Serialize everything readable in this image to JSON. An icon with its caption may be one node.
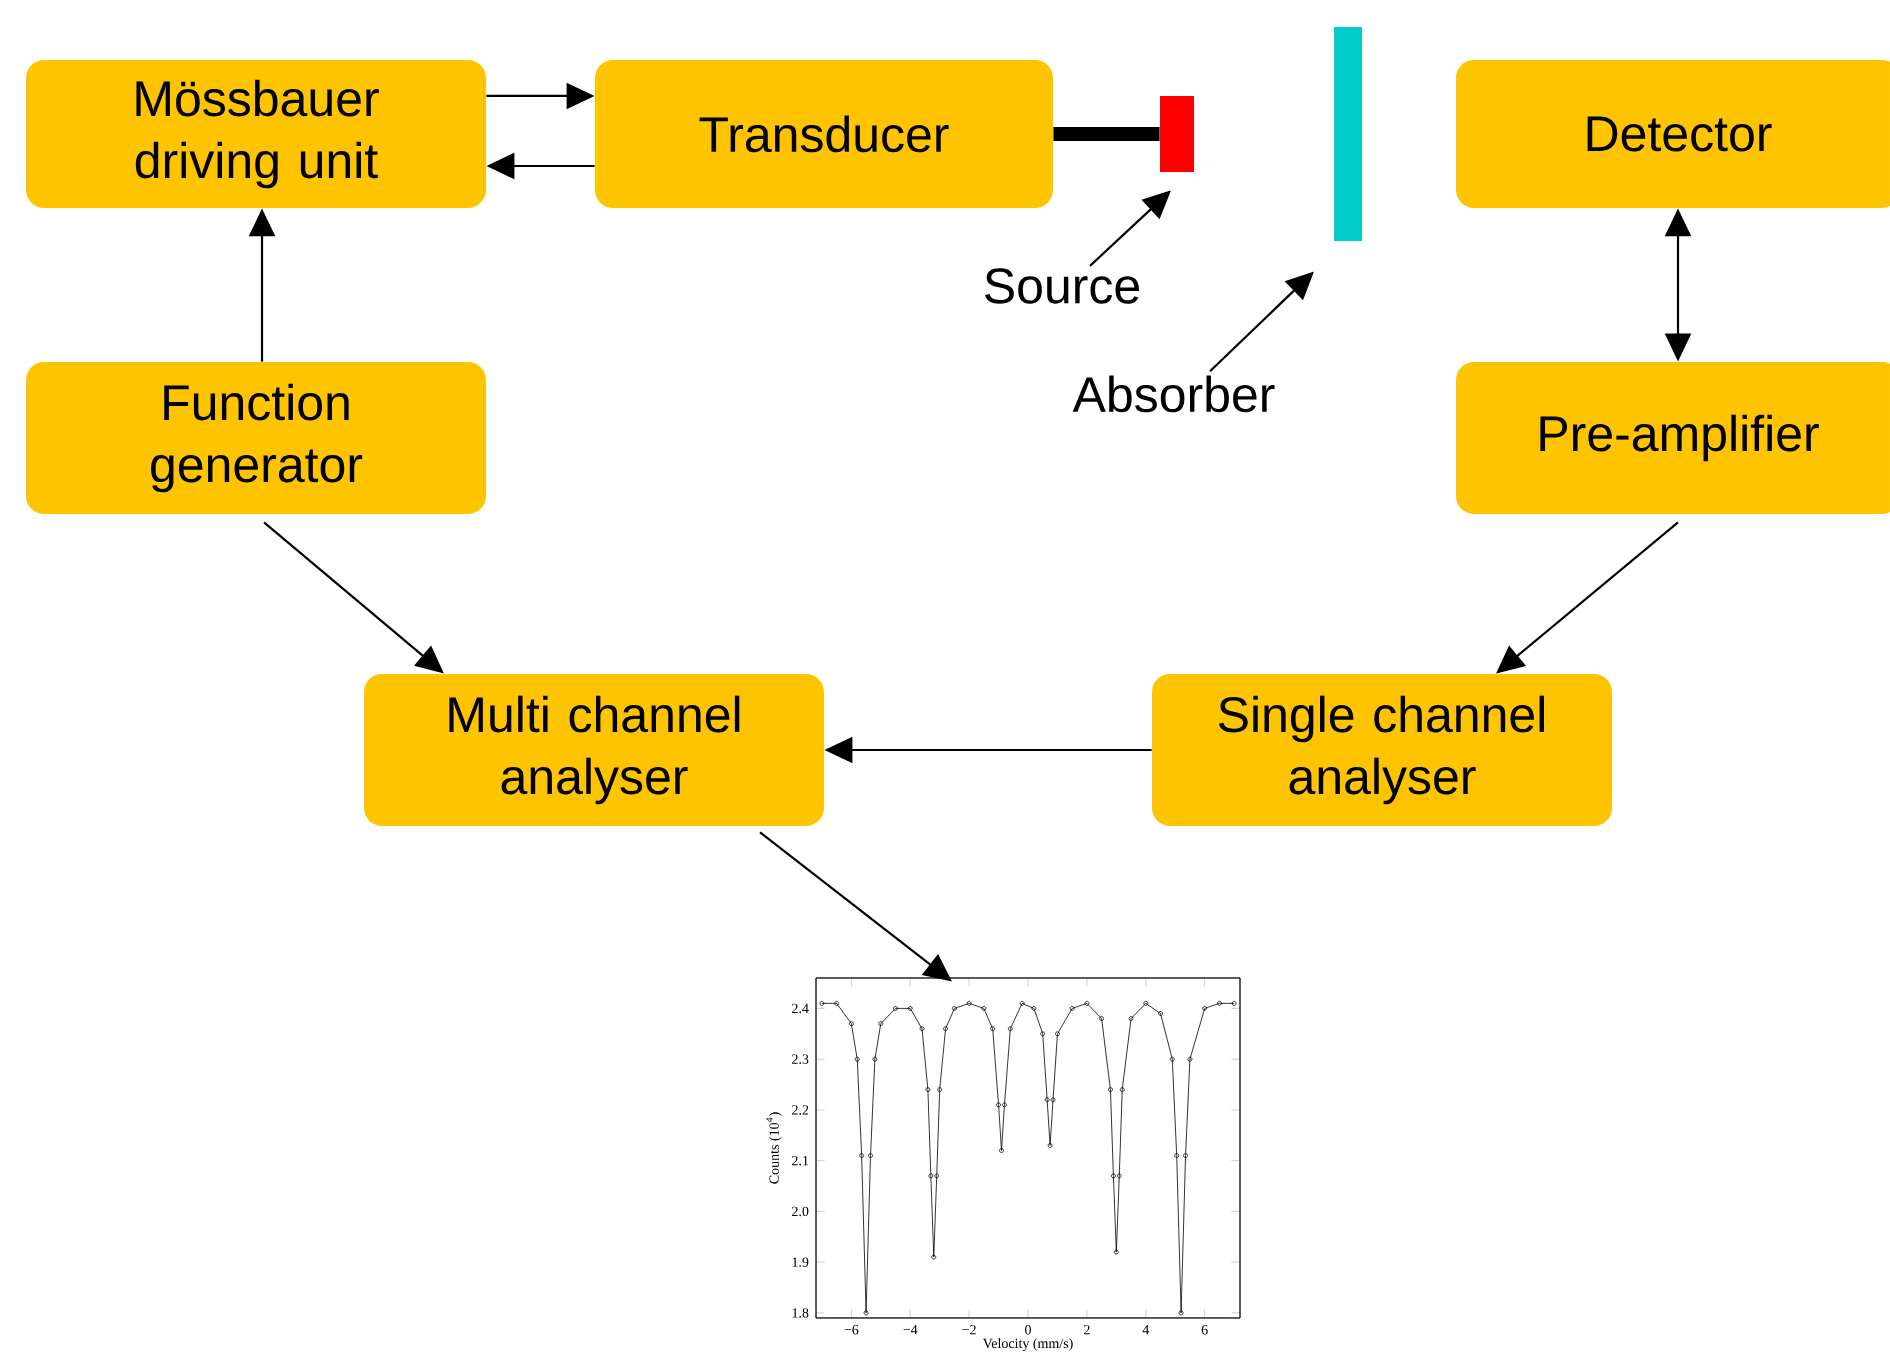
{
  "diagram": {
    "nodes": [
      {
        "text": [
          "Mössbauer driving unit"
        ]
      },
      {
        "text": [
          "Transducer"
        ]
      },
      {
        "text": [
          "Source"
        ]
      },
      {
        "text": [],
        "shape": "box"
      },
      {
        "text": [
          "Absorber"
        ]
      },
      {
        "text": [],
        "shape": "bar"
      },
      {
        "text": [
          "Detector"
        ]
      },
      {
        "text": [
          "Function generator"
        ]
      },
      {
        "text": [
          "Pre-amplifier"
        ]
      },
      {
        "text": [
          "Multi channel analyser"
        ]
      },
      {
        "text": [
          "Single channel analyser"
        ]
      },
      {
        "text": [],
        "shape": "picture"
      }
    ],
    "edges": [
      {
        "from": 0,
        "to": 1,
        "arrow": "to"
      },
      {
        "from": 1,
        "to": 0,
        "arrow": "to"
      },
      {
        "from": 1,
        "to": 3,
        "arrow": "none",
        "style": "thick"
      },
      {
        "from": 2,
        "to": 3,
        "arrow": "to"
      },
      {
        "from": 4,
        "to": 5,
        "arrow": "to"
      },
      {
        "from": 7,
        "to": 0,
        "arrow": "to"
      },
      {
        "from": 6,
        "to": 8,
        "arrow": "both"
      },
      {
        "from": 7,
        "to": 9,
        "arrow": "to"
      },
      {
        "from": 8,
        "to": 10,
        "arrow": "to"
      },
      {
        "from": 10,
        "to": 9,
        "arrow": "to"
      },
      {
        "from": 9,
        "to": 11,
        "arrow": "to"
      }
    ],
    "chart_data": {
      "type": "line",
      "xlabel": "Velocity (mm/s)",
      "ylabel": "Counts (10$^{4}$)",
      "x": [
        -7,
        -6.5,
        -6,
        -5.8,
        -5.65,
        -5.5,
        -5.35,
        -5.2,
        -5,
        -4.5,
        -4,
        -3.6,
        -3.4,
        -3.3,
        -3.2,
        -3.1,
        -3,
        -2.8,
        -2.5,
        -2,
        -1.5,
        -1.2,
        -1,
        -0.9,
        -0.8,
        -0.6,
        -0.2,
        0.2,
        0.5,
        0.65,
        0.75,
        0.85,
        1,
        1.5,
        2,
        2.5,
        2.8,
        2.9,
        3,
        3.1,
        3.2,
        3.5,
        4,
        4.5,
        4.9,
        5.05,
        5.2,
        5.35,
        5.5,
        6,
        6.5,
        7
      ],
      "series": [
        {
          "color": "#000000",
          "marker": "o",
          "values": [
            2.41,
            2.41,
            2.37,
            2.3,
            2.11,
            1.8,
            2.11,
            2.3,
            2.37,
            2.4,
            2.4,
            2.36,
            2.24,
            2.07,
            1.91,
            2.07,
            2.24,
            2.36,
            2.4,
            2.41,
            2.4,
            2.36,
            2.21,
            2.12,
            2.21,
            2.36,
            2.41,
            2.4,
            2.35,
            2.22,
            2.13,
            2.22,
            2.35,
            2.4,
            2.41,
            2.38,
            2.24,
            2.07,
            1.92,
            2.07,
            2.24,
            2.38,
            2.41,
            2.39,
            2.3,
            2.11,
            1.8,
            2.11,
            2.3,
            2.4,
            2.41,
            2.41
          ]
        }
      ],
      "xlim": [
        -7.2,
        7.2
      ],
      "ylim": [
        1.79,
        2.46
      ],
      "xticks": [
        {
          "value": -6,
          "label": "−6"
        },
        {
          "value": -4,
          "label": "−4"
        },
        {
          "value": -2,
          "label": "−2"
        },
        0,
        2,
        4,
        6
      ],
      "yticks": [
        {
          "value": 1.8,
          "label": "1.8"
        },
        {
          "value": 1.9,
          "label": "1.9"
        },
        {
          "value": 2.0,
          "label": "2.0"
        },
        {
          "value": 2.1,
          "label": "2.1"
        },
        {
          "value": 2.2,
          "label": "2.2"
        },
        {
          "value": 2.3,
          "label": "2.3"
        },
        {
          "value": 2.4,
          "label": "2.4"
        }
      ]
    }
  }
}
